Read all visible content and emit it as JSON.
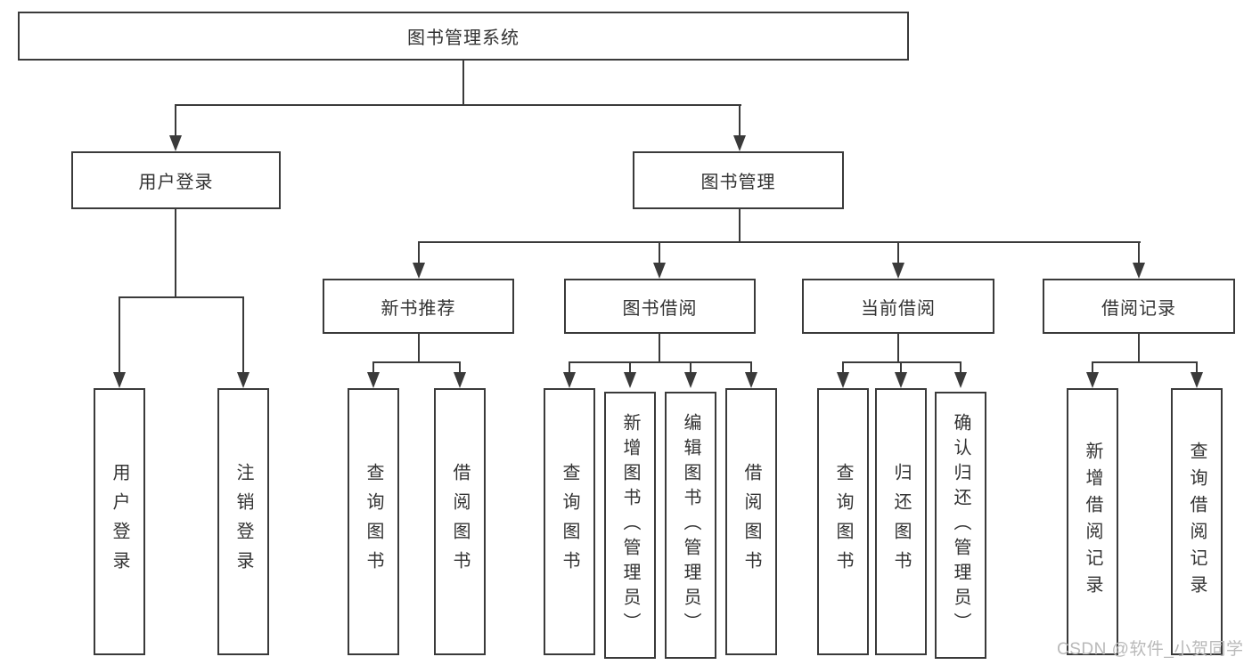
{
  "tree": {
    "root": "图书管理系统",
    "user_login": {
      "label": "用户登录",
      "children": [
        "用户登录",
        "注销登录"
      ]
    },
    "book_mgmt": {
      "label": "图书管理",
      "new_books": {
        "label": "新书推荐",
        "children": [
          "查询图书",
          "借阅图书"
        ]
      },
      "borrowing": {
        "label": "图书借阅",
        "children": [
          "查询图书",
          "新增图书（管理员）",
          "编辑图书（管理员）",
          "借阅图书"
        ]
      },
      "current": {
        "label": "当前借阅",
        "children": [
          "查询图书",
          "归还图书",
          "确认归还（管理员）"
        ]
      },
      "records": {
        "label": "借阅记录",
        "children": [
          "新增借阅记录",
          "查询借阅记录"
        ]
      }
    }
  },
  "watermark": "CSDN @软件_小贺同学",
  "colors": {
    "line": "#3a3a3a",
    "text": "#333333",
    "watermark": "#b9b9b9",
    "background": "#ffffff"
  }
}
